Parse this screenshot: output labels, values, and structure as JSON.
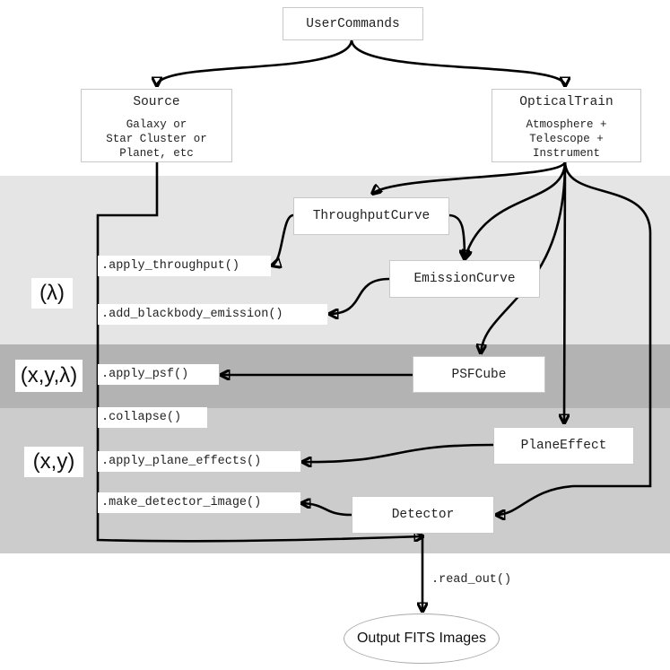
{
  "bands": {
    "lambda_label": "(λ)",
    "xylambda_label": "(x,y,λ)",
    "xy_label": "(x,y)"
  },
  "nodes": {
    "user_commands": "UserCommands",
    "source": {
      "title": "Source",
      "lines": [
        "Galaxy or",
        "Star Cluster or",
        "Planet, etc"
      ]
    },
    "optical_train": {
      "title": "OpticalTrain",
      "lines": [
        "Atmosphere +",
        "Telescope +",
        "Instrument"
      ]
    },
    "throughput_curve": "ThroughputCurve",
    "emission_curve": "EmissionCurve",
    "psf_cube": "PSFCube",
    "plane_effect": "PlaneEffect",
    "detector": "Detector",
    "output": "Output FITS Images"
  },
  "methods": {
    "apply_throughput": ".apply_throughput()",
    "add_blackbody_emission": ".add_blackbody_emission()",
    "apply_psf": ".apply_psf()",
    "collapse": ".collapse()",
    "apply_plane_effects": ".apply_plane_effects()",
    "make_detector_image": ".make_detector_image()"
  },
  "edge_labels": {
    "read_out": ".read_out()"
  }
}
